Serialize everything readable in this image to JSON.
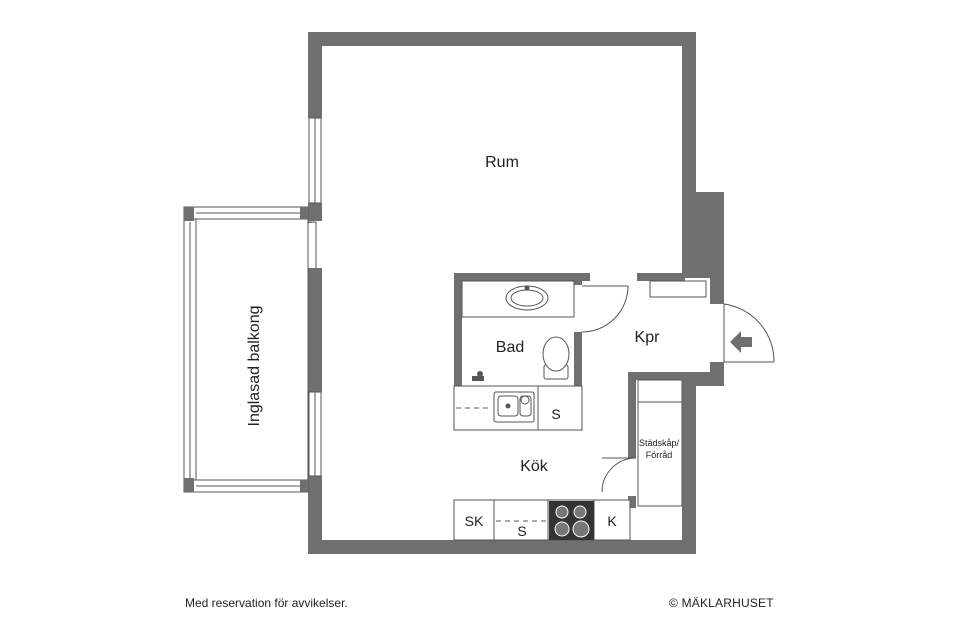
{
  "rooms": {
    "rum": "Rum",
    "balcony": "Inglasad balkong",
    "bad": "Bad",
    "kpr": "Kpr",
    "kok": "Kök",
    "storage_line1": "Städskåp/",
    "storage_line2": "Förråd"
  },
  "fixtures": {
    "sk": "SK",
    "s_bath": "S",
    "s_kitchen": "S",
    "k": "K"
  },
  "footer": {
    "disclaimer": "Med reservation för avvikelser.",
    "copyright": "© MÄKLARHUSET"
  },
  "colors": {
    "wall": "#6f6f6f",
    "line": "#555555",
    "fill": "#ffffff"
  },
  "icons": {
    "entrance": "entrance-arrow-icon"
  }
}
